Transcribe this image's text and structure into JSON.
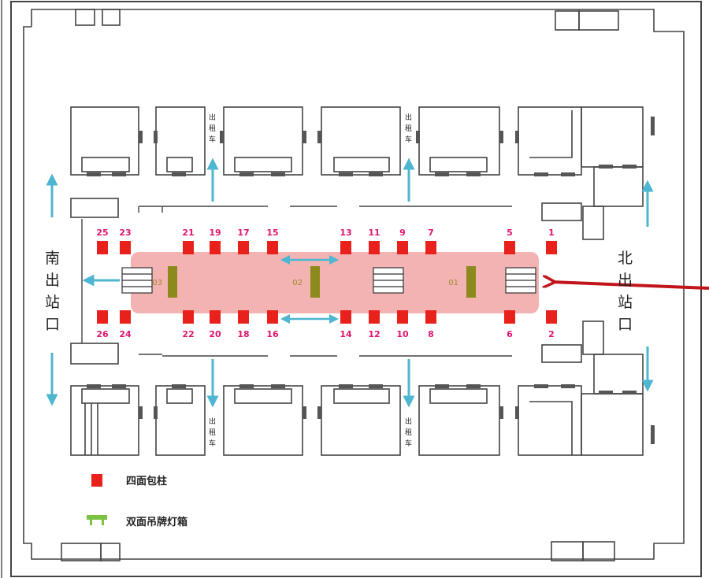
{
  "map": {
    "exits": {
      "south": [
        "南",
        "出",
        "站",
        "口"
      ],
      "north": [
        "北",
        "出",
        "站",
        "口"
      ]
    },
    "taxi": [
      "出",
      "租",
      "车"
    ],
    "pillars_top": [
      "25",
      "23",
      "21",
      "19",
      "17",
      "15",
      "13",
      "11",
      "9",
      "7",
      "5",
      "1"
    ],
    "pillars_bottom": [
      "26",
      "24",
      "22",
      "20",
      "18",
      "16",
      "14",
      "12",
      "10",
      "8",
      "6",
      "2"
    ],
    "signs": [
      "03",
      "02",
      "01"
    ],
    "legend": {
      "pillar_wrap": "四面包柱",
      "double_sign": "双面吊牌灯箱"
    },
    "colors": {
      "pillar": "#e8211d",
      "pillar_label": "#e0156f",
      "highlight": "#ef9a9a",
      "arrow": "#4db6d0",
      "pointer": "#c0161b",
      "sign": "#8d8a1d",
      "legend_sign": "#7cc243",
      "walls": "#444444"
    }
  }
}
